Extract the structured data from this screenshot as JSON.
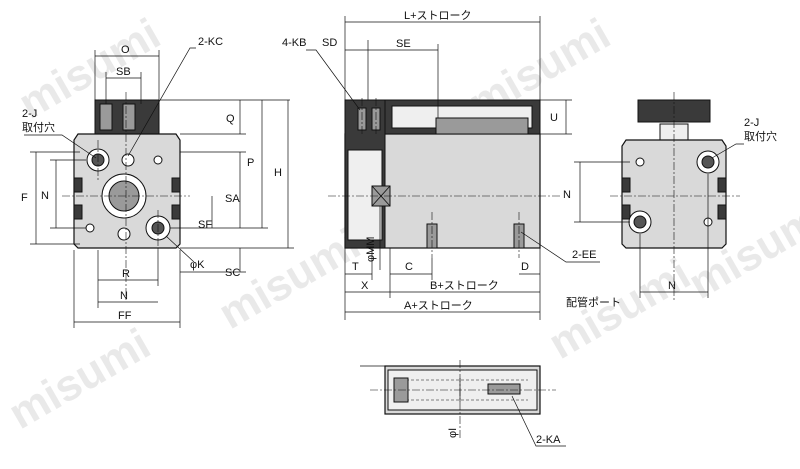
{
  "watermark": "misumi",
  "front_view": {
    "labels": {
      "O": "O",
      "SB": "SB",
      "KC": "2-KC",
      "J": "2-J",
      "J_note": "取付穴",
      "F": "F",
      "N_left": "N",
      "Q": "Q",
      "P": "P",
      "H": "H",
      "SA": "SA",
      "SF": "SF",
      "K": "φK",
      "SC": "SC",
      "R": "R",
      "N_bottom": "N",
      "FF": "FF"
    }
  },
  "side_view": {
    "labels": {
      "L": "L+ストローク",
      "KB": "4-KB",
      "SD": "SD",
      "SE": "SE",
      "U": "U",
      "MM": "φMM",
      "T": "T",
      "C": "C",
      "D": "D",
      "X": "X",
      "B": "B+ストローク",
      "A": "A+ストローク",
      "EE": "2-EE",
      "EE_note": "配管ポート"
    }
  },
  "rear_view": {
    "labels": {
      "J": "2-J",
      "J_note": "取付穴",
      "N_right": "N",
      "N_bottom": "N"
    }
  },
  "bottom_view": {
    "labels": {
      "I": "φI",
      "KA": "2-KA"
    }
  }
}
